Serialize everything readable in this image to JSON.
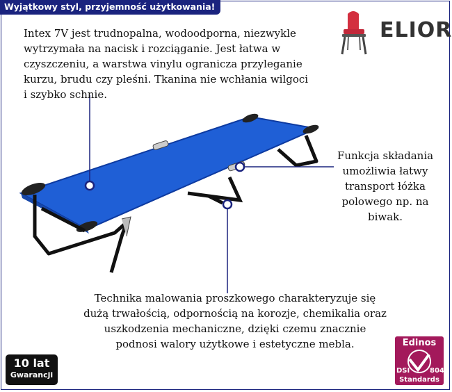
{
  "header": {
    "tagline": "Wyjątkowy styl, przyjemność użytkowania!"
  },
  "brand": {
    "name": "ELIOR"
  },
  "features": {
    "fabric": "Intex 7V jest trudnopalna, wodoodporna, niezwykle wytrzymała na nacisk i rozciąganie. Jest łatwa w czyszczeniu, a warstwa vinylu ogranicza przyleganie kurzu, brudu czy pleśni. Tkanina nie wchłania wilgoci i szybko schnie.",
    "folding": "Funkcja składania umożliwia łatwy transport łóżka polowego np. na biwak.",
    "coating": "Technika malowania proszkowego charakteryzuje się dużą trwałością, odpornością na korozje, chemikalia oraz uszkodzenia mechaniczne, dzięki czemu znacznie podnosi walory użytkowe i estetyczne mebla."
  },
  "warranty": {
    "years": "10 lat",
    "label": "Gwarancji"
  },
  "certification": {
    "title": "Edinos",
    "left": "DSI",
    "right": "804",
    "bottom": "Standards"
  },
  "colors": {
    "navy": "#1a237e",
    "cot_blue": "#1f5fd6",
    "badge": "#a3195b",
    "chair": "#d32f3f"
  },
  "icons": [
    "chair-icon",
    "checkmark-icon"
  ]
}
